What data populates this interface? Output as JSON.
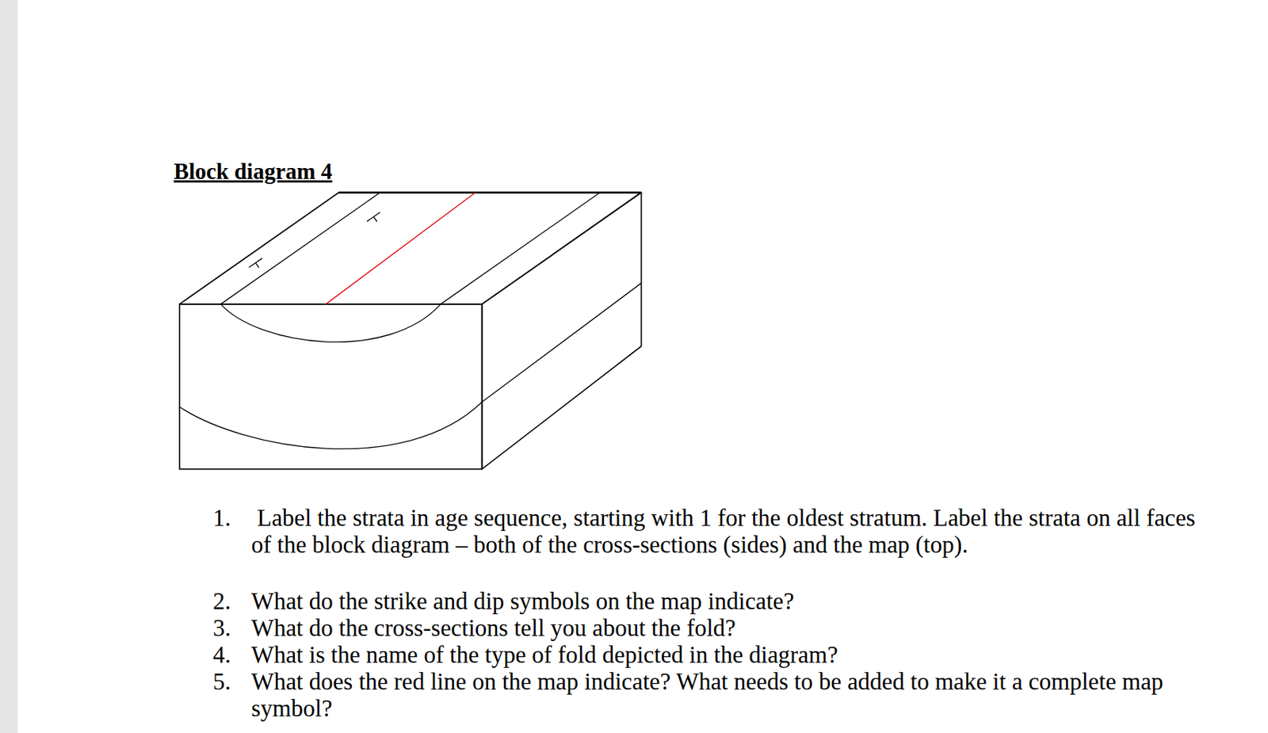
{
  "diagram": {
    "title": "Block diagram 4",
    "labels": [
      "1.",
      "Label the strata in age sequence, starting with 1 for the oldest stratum. Label the strata on all faces of the block diagram – both of the cross-sections (sides) and the map (top).",
      "2.",
      "What do the strike and dip symbols on the map indicate?",
      "3.",
      "What do the cross-sections tell you about the fold?",
      "4.",
      "What is the name of the type of fold depicted in the diagram?",
      "5.",
      "What does the red line on the map indicate? What needs to be added to make it a complete map symbol?"
    ]
  }
}
